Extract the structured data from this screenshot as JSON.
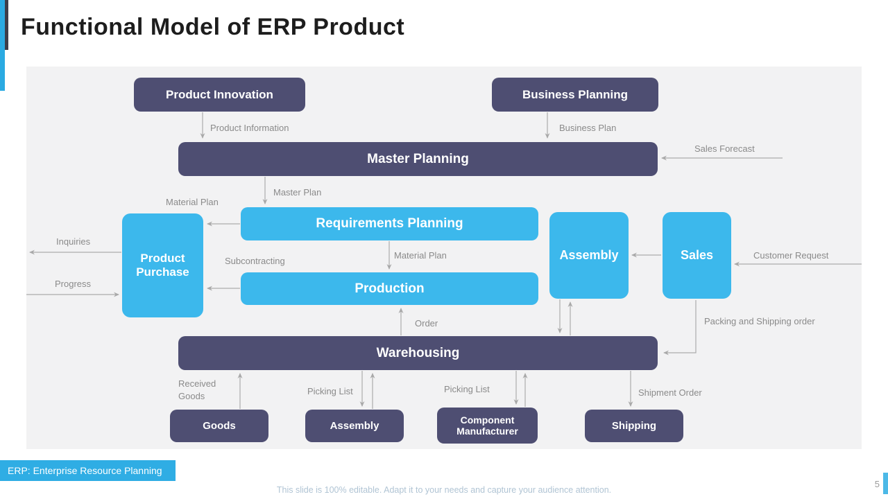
{
  "slide": {
    "title": "Functional Model of ERP Product",
    "page_number": "5",
    "footer_note": "This slide is 100% editable. Adapt it to your needs and capture your audience attention.",
    "legend_badge": "ERP: Enterprise Resource Planning"
  },
  "colors": {
    "dark_box": "#4e4e72",
    "blue_box": "#3cb8ec",
    "badge_blue": "#2fade4",
    "accent_blue": "#2baae2",
    "panel_bg": "#f2f2f3",
    "arrow_gray": "#a9a9a9",
    "edge_label_gray": "#8a8a8a"
  },
  "diagram": {
    "nodes": {
      "product_innovation": "Product Innovation",
      "business_planning": "Business Planning",
      "master_planning": "Master Planning",
      "requirements_planning": "Requirements Planning",
      "product_purchase": "Product Purchase",
      "production": "Production",
      "assembly_mid": "Assembly",
      "sales": "Sales",
      "warehousing": "Warehousing",
      "goods": "Goods",
      "assembly_bottom": "Assembly",
      "component_manufacturer": "Component Manufacturer",
      "shipping": "Shipping"
    },
    "edge_labels": {
      "product_information": "Product Information",
      "business_plan": "Business Plan",
      "sales_forecast": "Sales Forecast",
      "master_plan": "Master Plan",
      "material_plan_left": "Material Plan",
      "material_plan_mid": "Material Plan",
      "inquiries": "Inquiries",
      "progress": "Progress",
      "subcontracting": "Subcontracting",
      "customer_request": "Customer Request",
      "order": "Order",
      "packing_shipping": "Packing and Shipping order",
      "received_goods": "Received Goods",
      "picking_list_left": "Picking List",
      "picking_list_right": "Picking List",
      "shipment_order": "Shipment Order"
    }
  }
}
